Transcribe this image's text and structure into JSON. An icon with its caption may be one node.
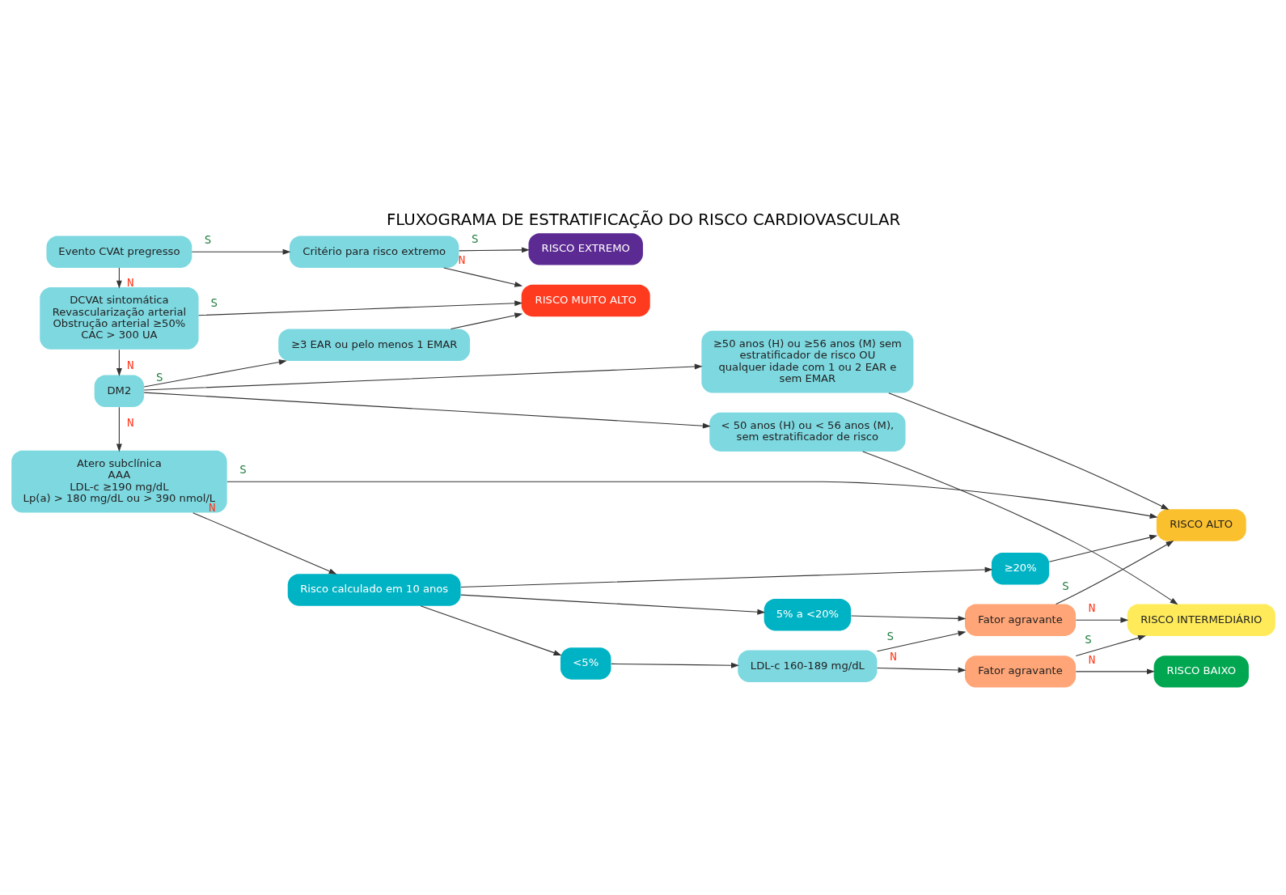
{
  "diagram": {
    "title": "FLUXOGRAMA DE ESTRATIFICAÇÃO DO RISCO CARDIOVASCULAR",
    "nodes": [
      {
        "text": [
          "Evento CVAt pregresso"
        ]
      },
      {
        "text": [
          "Critério para risco extremo"
        ]
      },
      {
        "text": [
          "RISCO EXTREMO"
        ]
      },
      {
        "text": [
          "DCVAt sintomática",
          "Revascularização arterial",
          "Obstrução arterial ≥50%",
          "CAC > 300 UA"
        ]
      },
      {
        "text": [
          "RISCO MUITO ALTO"
        ]
      },
      {
        "text": [
          "DM2"
        ]
      },
      {
        "text": [
          "≥3 EAR ou pelo menos 1 EMAR"
        ]
      },
      {
        "text": [
          "≥50 anos (H) ou ≥56 anos (M) sem estratificador de risco OU qualquer idade com 1 ou 2 EAR e sem EMAR"
        ]
      },
      {
        "text": [
          "< 50 anos (H) ou < 56 anos (M), sem estratificador de risco"
        ]
      },
      {
        "text": [
          "Atero subclínica",
          "AAA",
          "LDL-c ≥190 mg/dL",
          "Lp(a) > 180 mg/dL ou > 390 nmol/L"
        ]
      },
      {
        "text": [
          "RISCO ALTO"
        ]
      },
      {
        "text": [
          "≥20%"
        ]
      },
      {
        "text": [
          "Risco calculado em 10 anos"
        ]
      },
      {
        "text": [
          "5% a <20%"
        ]
      },
      {
        "text": [
          "Fator agravante"
        ]
      },
      {
        "text": [
          "RISCO INTERMEDIÁRIO"
        ]
      },
      {
        "text": [
          "<5%"
        ]
      },
      {
        "text": [
          "LDL-c 160-189 mg/dL"
        ]
      },
      {
        "text": [
          "Fator agravante"
        ]
      },
      {
        "text": [
          "RISCO BAIXO"
        ]
      }
    ],
    "edges": [
      {
        "from": 0,
        "to": 1,
        "arrow": "to",
        "label": "S"
      },
      {
        "from": 0,
        "to": 3,
        "arrow": "to",
        "label": "N"
      },
      {
        "from": 1,
        "to": 2,
        "arrow": "to",
        "label": "S"
      },
      {
        "from": 1,
        "to": 4,
        "arrow": "to",
        "label": "N"
      },
      {
        "from": 3,
        "to": 4,
        "arrow": "to",
        "label": "S"
      },
      {
        "from": 3,
        "to": 5,
        "arrow": "to",
        "label": "N"
      },
      {
        "from": 5,
        "to": 6,
        "arrow": "to"
      },
      {
        "from": 5,
        "to": 7,
        "arrow": "to",
        "label": "S"
      },
      {
        "from": 5,
        "to": 8,
        "arrow": "to"
      },
      {
        "from": 6,
        "to": 4,
        "arrow": "to"
      },
      {
        "from": 7,
        "to": 10,
        "arrow": "to"
      },
      {
        "from": 8,
        "to": 15,
        "arrow": "to"
      },
      {
        "from": 5,
        "to": 9,
        "arrow": "to",
        "label": "N"
      },
      {
        "from": 9,
        "to": 10,
        "arrow": "to",
        "label": "S"
      },
      {
        "from": 9,
        "to": 12,
        "arrow": "to",
        "label": "N"
      },
      {
        "from": 12,
        "to": 11,
        "arrow": "to"
      },
      {
        "from": 12,
        "to": 13,
        "arrow": "to"
      },
      {
        "from": 12,
        "to": 16,
        "arrow": "to"
      },
      {
        "from": 11,
        "to": 10,
        "arrow": "to"
      },
      {
        "from": 13,
        "to": 14,
        "arrow": "to"
      },
      {
        "from": 14,
        "to": 10,
        "arrow": "to",
        "label": "S"
      },
      {
        "from": 14,
        "to": 15,
        "arrow": "to",
        "label": "N"
      },
      {
        "from": 16,
        "to": 17,
        "arrow": "to"
      },
      {
        "from": 17,
        "to": 14,
        "arrow": "to",
        "label": "S"
      },
      {
        "from": 17,
        "to": 18,
        "arrow": "to",
        "label": "N"
      },
      {
        "from": 18,
        "to": 15,
        "arrow": "to",
        "label": "S"
      },
      {
        "from": 18,
        "to": 19,
        "arrow": "to",
        "label": "N"
      }
    ]
  }
}
